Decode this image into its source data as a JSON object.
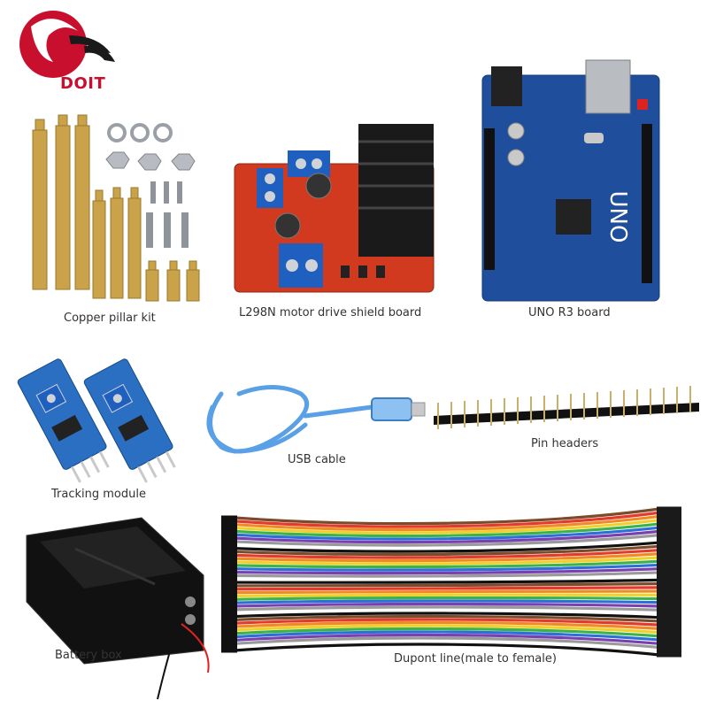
{
  "brand": {
    "name": "DOIT",
    "color": "#c8102e"
  },
  "items": [
    {
      "id": "copper-pillar",
      "label": "Copper pillar kit"
    },
    {
      "id": "l298n",
      "label": "L298N motor drive shield board"
    },
    {
      "id": "uno",
      "label": "UNO R3 board"
    },
    {
      "id": "tracking",
      "label": "Tracking module"
    },
    {
      "id": "usb",
      "label": "USB cable"
    },
    {
      "id": "pins",
      "label": "Pin headers"
    },
    {
      "id": "battery",
      "label": "Battery box"
    },
    {
      "id": "dupont",
      "label": "Dupont line(male to female)"
    }
  ],
  "uno_board": {
    "silkscreen": "UNO"
  },
  "colors": {
    "uno_pcb": "#1f4f9c",
    "l298n_pcb": "#d23a1f",
    "tracking_pcb": "#2a6fc2",
    "brass": "#caa24a",
    "terminal_blue": "#1f5fbf"
  },
  "dupont_wire_colors": [
    "#7b4b2a",
    "#e23b2e",
    "#f08a24",
    "#f2d02a",
    "#3bb34a",
    "#2c6fd6",
    "#7a3fb0",
    "#9a9a9a",
    "#ffffff",
    "#111111"
  ]
}
